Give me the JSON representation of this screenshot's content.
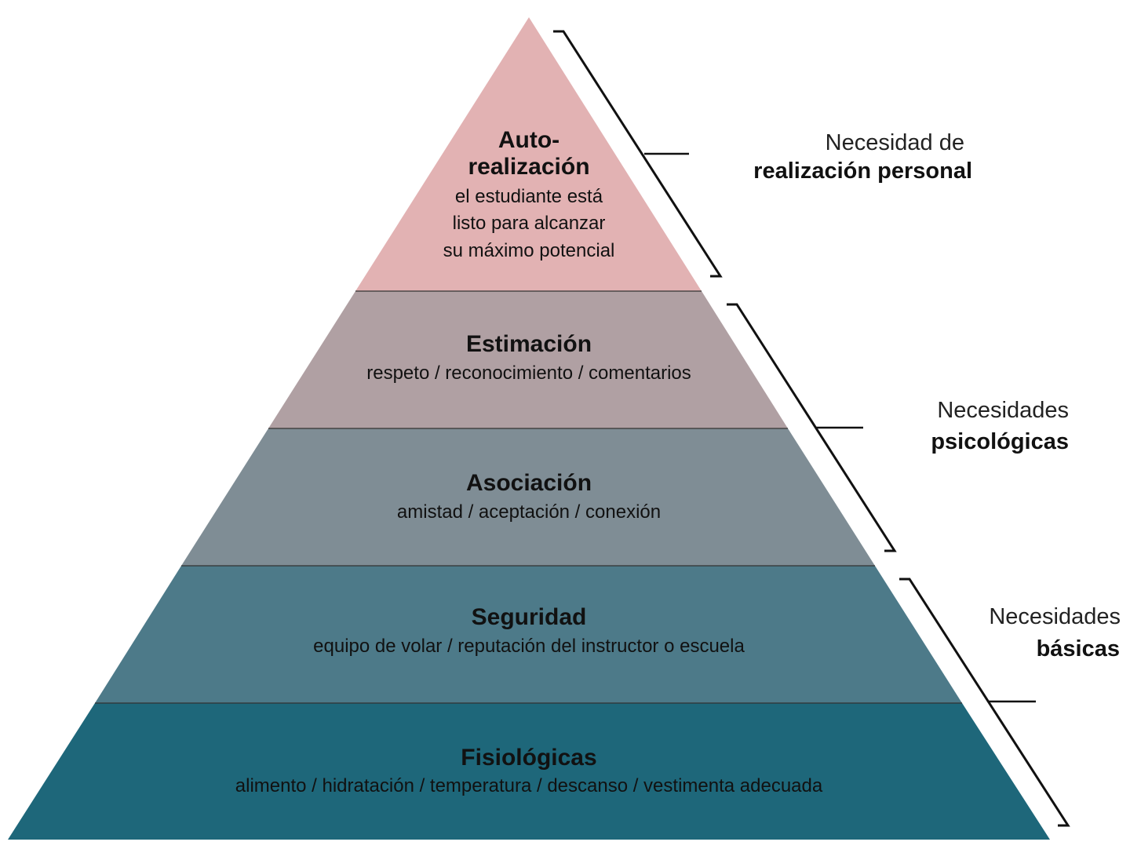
{
  "colors": {
    "autorealizacion": "#E2B2B3",
    "estimacion": "#B0A0A3",
    "asociacion": "#7F8D95",
    "seguridad": "#4D7A89",
    "fisiologicas": "#1E677A"
  },
  "levels": [
    {
      "key": "autorealizacion",
      "title_lines": [
        "Auto-",
        "realización"
      ],
      "desc_lines": [
        "el estudiante está",
        "listo para alcanzar",
        "su máximo potencial"
      ]
    },
    {
      "key": "estimacion",
      "title_lines": [
        "Estimación"
      ],
      "desc_lines": [
        "respeto / reconocimiento / comentarios"
      ]
    },
    {
      "key": "asociacion",
      "title_lines": [
        "Asociación"
      ],
      "desc_lines": [
        "amistad / aceptación / conexión"
      ]
    },
    {
      "key": "seguridad",
      "title_lines": [
        "Seguridad"
      ],
      "desc_lines": [
        "equipo de volar / reputación del instructor o escuela"
      ]
    },
    {
      "key": "fisiologicas",
      "title_lines": [
        "Fisiológicas"
      ],
      "desc_lines": [
        "alimento / hidratación / temperatura / descanso / vestimenta adecuada"
      ]
    }
  ],
  "groups": [
    {
      "key": "realizacion",
      "light": "Necesidad de",
      "bold": "realización personal"
    },
    {
      "key": "psicologicas",
      "light": "Necesidades",
      "bold": "psicológicas"
    },
    {
      "key": "basicas",
      "light": "Necesidades",
      "bold": "básicas"
    }
  ]
}
